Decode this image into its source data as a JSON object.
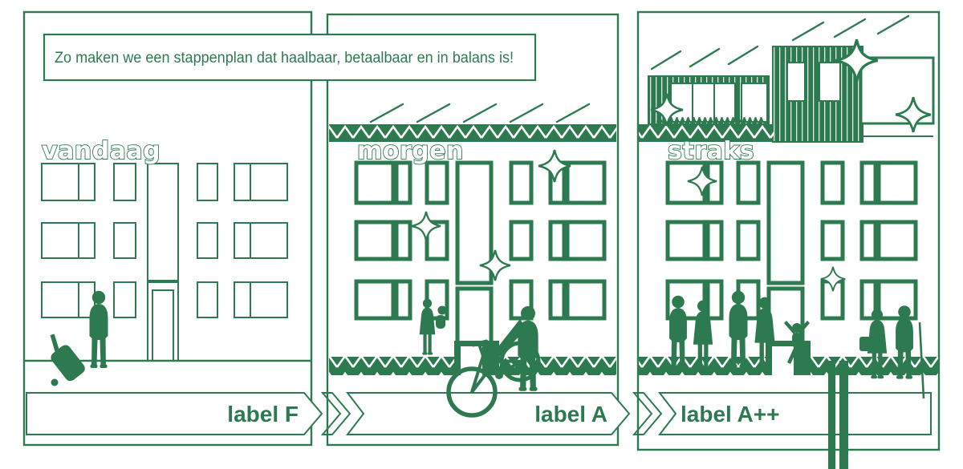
{
  "bubble": {
    "text": "Zo maken we een stappenplan dat haalbaar, betaalbaar en in balans is!"
  },
  "panels": {
    "vandaag": {
      "title": "vandaag",
      "banner_label": "label F"
    },
    "morgen": {
      "title": "morgen",
      "banner_label": "label A"
    },
    "straks": {
      "title": "straks",
      "banner_label": "label A++"
    }
  },
  "icons": {
    "sparkle": "sparkle-icon",
    "insulation": "zigzag-insulation-band",
    "solar": "solar-panel",
    "sun_rays": "sun-ray-lines"
  },
  "colors": {
    "primary_green": "#2d7a50",
    "background": "#ffffff"
  }
}
